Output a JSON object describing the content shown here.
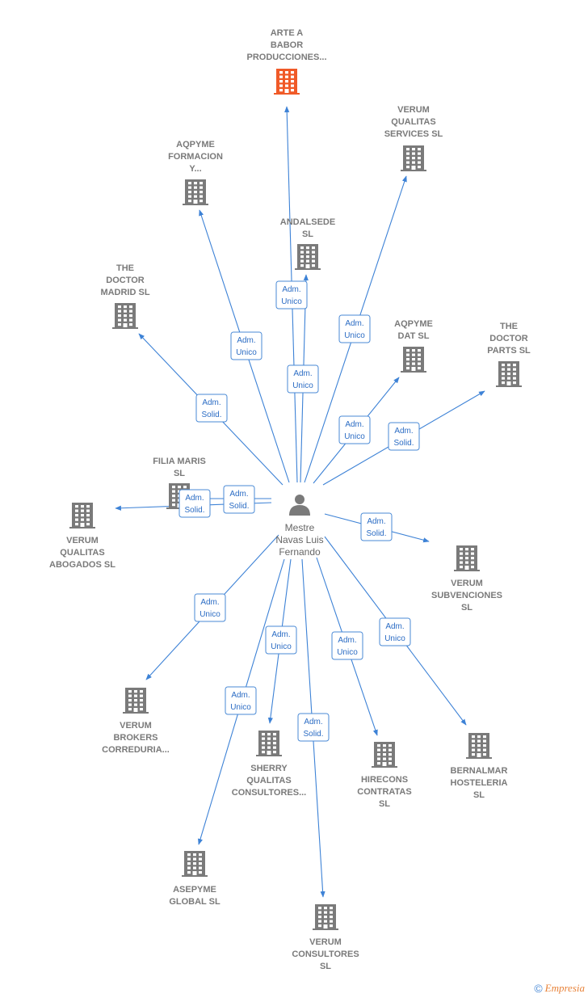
{
  "colors": {
    "edge": "#3d82d6",
    "building": "#7a7a7a",
    "building_highlight": "#f05a28",
    "badge_text": "#2b6cc4"
  },
  "person": {
    "name_lines": [
      "Mestre",
      "Navas Luis",
      "Fernando"
    ],
    "icon": "person-icon"
  },
  "companies": [
    {
      "id": "arte-a-babor",
      "label_lines": [
        "ARTE A",
        "BABOR",
        "PRODUCCIONES..."
      ],
      "highlight": true,
      "icon": "building-icon"
    },
    {
      "id": "verum-qualitas-services",
      "label_lines": [
        "VERUM",
        "QUALITAS",
        "SERVICES  SL"
      ],
      "icon": "building-icon"
    },
    {
      "id": "aqpyme-formacion",
      "label_lines": [
        "AQPYME",
        "FORMACION",
        "Y..."
      ],
      "icon": "building-icon"
    },
    {
      "id": "andalsede",
      "label_lines": [
        "ANDALSEDE",
        "SL"
      ],
      "icon": "building-icon"
    },
    {
      "id": "the-doctor-madrid",
      "label_lines": [
        "THE",
        "DOCTOR",
        "MADRID  SL"
      ],
      "icon": "building-icon"
    },
    {
      "id": "aqpyme-dat",
      "label_lines": [
        "AQPYME",
        "DAT SL"
      ],
      "icon": "building-icon"
    },
    {
      "id": "the-doctor-parts",
      "label_lines": [
        "THE",
        "DOCTOR",
        "PARTS  SL"
      ],
      "icon": "building-icon"
    },
    {
      "id": "filia-maris",
      "label_lines": [
        "FILIA MARIS",
        "SL"
      ],
      "icon": "building-icon"
    },
    {
      "id": "verum-qualitas-abogados",
      "label_lines": [
        "VERUM",
        "QUALITAS",
        "ABOGADOS  SL"
      ],
      "icon": "building-icon"
    },
    {
      "id": "verum-subvenciones",
      "label_lines": [
        "VERUM",
        "SUBVENCIONES",
        "SL"
      ],
      "icon": "building-icon"
    },
    {
      "id": "verum-brokers",
      "label_lines": [
        "VERUM",
        "BROKERS",
        "CORREDURIA..."
      ],
      "icon": "building-icon"
    },
    {
      "id": "sherry-qualitas",
      "label_lines": [
        "SHERRY",
        "QUALITAS",
        "CONSULTORES..."
      ],
      "icon": "building-icon"
    },
    {
      "id": "hirecons",
      "label_lines": [
        "HIRECONS",
        "CONTRATAS",
        "SL"
      ],
      "icon": "building-icon"
    },
    {
      "id": "bernalmar",
      "label_lines": [
        "BERNALMAR",
        "HOSTELERIA",
        "SL"
      ],
      "icon": "building-icon"
    },
    {
      "id": "asepyme-global",
      "label_lines": [
        "ASEPYME",
        "GLOBAL SL"
      ],
      "icon": "building-icon"
    },
    {
      "id": "verum-consultores",
      "label_lines": [
        "VERUM",
        "CONSULTORES",
        "SL"
      ],
      "icon": "building-icon"
    }
  ],
  "relations": [
    {
      "target": "arte-a-babor",
      "label_lines": [
        "Adm.",
        "Unico"
      ]
    },
    {
      "target": "verum-qualitas-services",
      "label_lines": [
        "Adm.",
        "Unico"
      ]
    },
    {
      "target": "aqpyme-formacion",
      "label_lines": [
        "Adm.",
        "Unico"
      ]
    },
    {
      "target": "andalsede",
      "label_lines": [
        "Adm.",
        "Unico"
      ]
    },
    {
      "target": "the-doctor-madrid",
      "label_lines": [
        "Adm.",
        "Solid."
      ]
    },
    {
      "target": "aqpyme-dat",
      "label_lines": [
        "Adm.",
        "Unico"
      ]
    },
    {
      "target": "the-doctor-parts",
      "label_lines": [
        "Adm.",
        "Solid."
      ]
    },
    {
      "target": "filia-maris",
      "label_lines": [
        "Adm.",
        "Solid."
      ]
    },
    {
      "target": "verum-qualitas-abogados",
      "label_lines": [
        "Adm.",
        "Solid."
      ]
    },
    {
      "target": "verum-subvenciones",
      "label_lines": [
        "Adm.",
        "Solid."
      ]
    },
    {
      "target": "verum-brokers",
      "label_lines": [
        "Adm.",
        "Unico"
      ]
    },
    {
      "target": "sherry-qualitas",
      "label_lines": [
        "Adm.",
        "Unico"
      ]
    },
    {
      "target": "hirecons",
      "label_lines": [
        "Adm.",
        "Unico"
      ]
    },
    {
      "target": "bernalmar",
      "label_lines": [
        "Adm.",
        "Unico"
      ]
    },
    {
      "target": "asepyme-global",
      "label_lines": [
        "Adm.",
        "Unico"
      ]
    },
    {
      "target": "verum-consultores",
      "label_lines": [
        "Adm.",
        "Solid."
      ]
    }
  ],
  "footer": {
    "copyright": "©",
    "brand": "Empresia"
  }
}
